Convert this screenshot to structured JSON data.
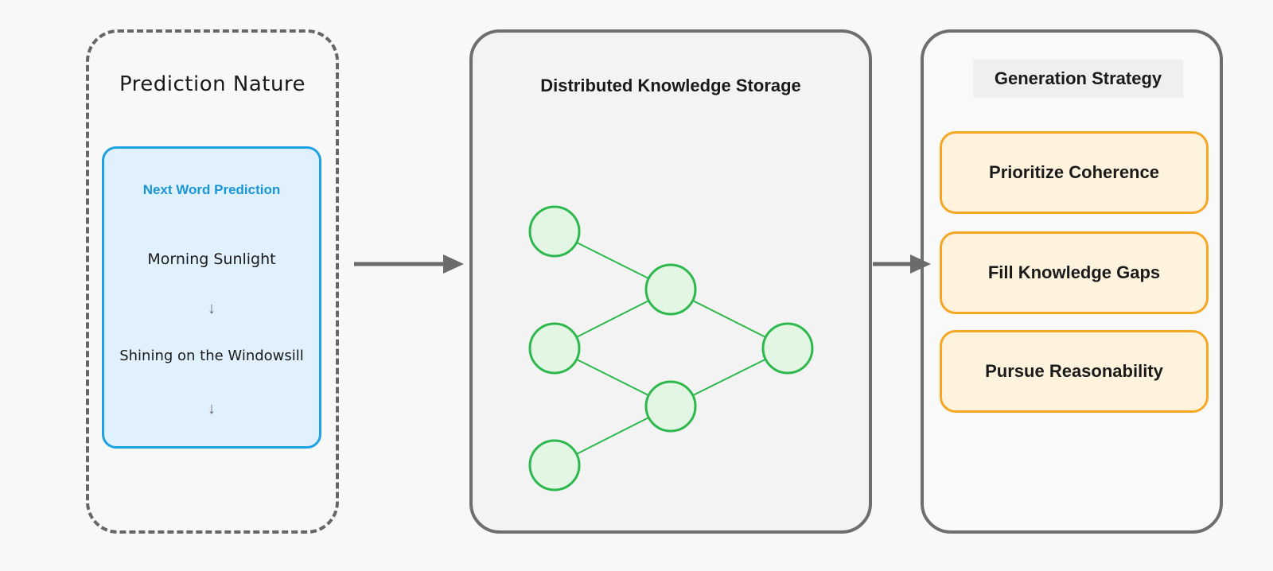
{
  "prediction": {
    "title": "Prediction Nature",
    "card": {
      "title": "Next Word Prediction",
      "word1": "Morning Sunlight",
      "arrow1": "↓",
      "word2": "Shining on the Windowsill",
      "arrow2": "↓"
    }
  },
  "storage": {
    "title": "Distributed Knowledge Storage",
    "network": {
      "layers": [
        3,
        2,
        1
      ],
      "node_icon": "neuron-node",
      "color": "#2db84d",
      "fill": "#e3f5e3"
    }
  },
  "strategy": {
    "title": "Generation Strategy",
    "items": [
      "Prioritize Coherence",
      "Fill Knowledge Gaps",
      "Pursue Reasonability"
    ]
  },
  "colors": {
    "card_blue": "#1ea1e2",
    "card_blue_fill": "#e0f1fd",
    "strategy_orange": "#f5a623",
    "strategy_fill": "#fff3de",
    "arrow_gray": "#6b6b6b"
  }
}
